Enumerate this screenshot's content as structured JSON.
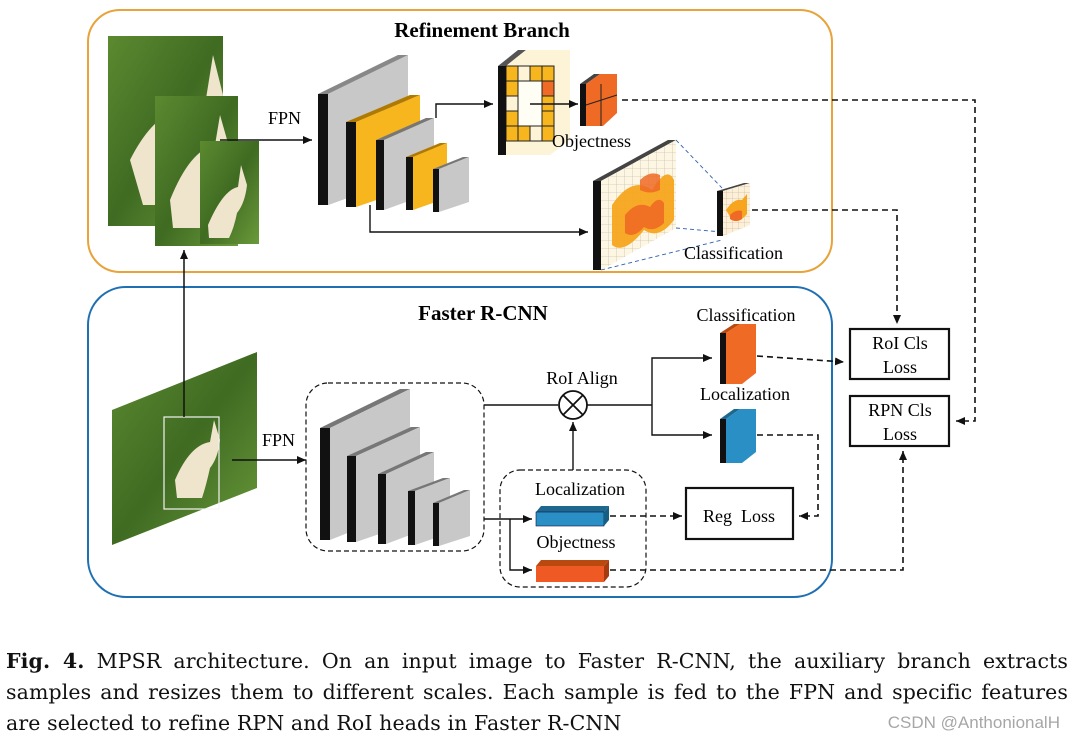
{
  "refinement": {
    "title": "Refinement Branch",
    "fpn_label": "FPN",
    "objectness_label": "Objectness",
    "classification_label": "Classification"
  },
  "faster": {
    "title": "Faster R-CNN",
    "fpn_label": "FPN",
    "roi_align_label": "RoI Align",
    "classification_label": "Classification",
    "localization_label": "Localization",
    "rpn_localization_label": "Localization",
    "rpn_objectness_label": "Objectness"
  },
  "losses": {
    "roi_cls": [
      "RoI Cls",
      "Loss"
    ],
    "rpn_cls": [
      "RPN Cls",
      "Loss"
    ],
    "reg": "Reg  Loss"
  },
  "caption": {
    "fig_label": "Fig. 4.",
    "text": " MPSR architecture. On an input image to Faster R-CNN, the auxiliary branch extracts samples and resizes them to different scales. Each sample is fed to the FPN and specific features are selected to refine RPN and RoI heads in Faster R-CNN"
  },
  "watermark": "CSDN @AnthonionalH",
  "colors": {
    "refinement_border": "#e8a33a",
    "faster_border": "#1f6fb3",
    "yellow": "#f7b51e",
    "orange": "#ef6a24",
    "blue": "#2a8fc4",
    "grey": "#c8c8c8",
    "grass": "#4f7a2a"
  }
}
